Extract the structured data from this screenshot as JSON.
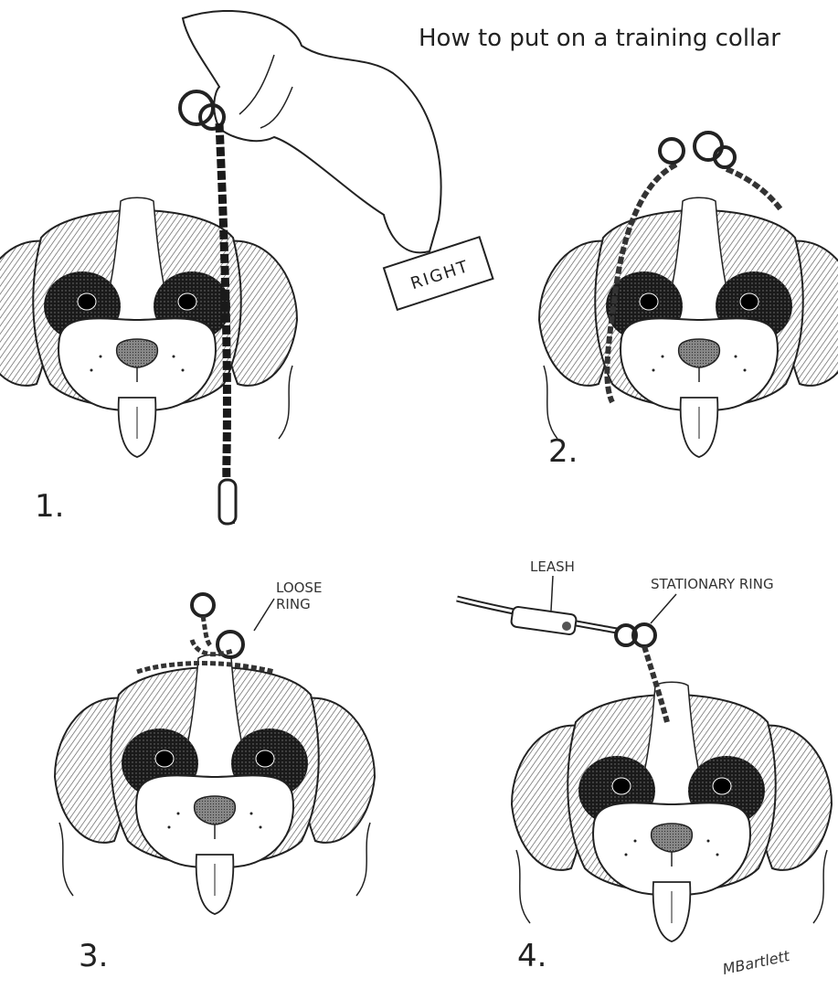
{
  "title": "How to put on a training collar",
  "cuff_label": "RIGHT",
  "steps": [
    "1.",
    "2.",
    "3.",
    "4."
  ],
  "callouts": {
    "loose_ring": [
      "LOOSE",
      "RING"
    ],
    "leash": "LEASH",
    "stationary_ring": "STATIONARY RING"
  },
  "signature": "MBartlett",
  "colors": {
    "ink": "#222222",
    "dark_patch": "#1a1a1a",
    "fur": "#b5b5b5",
    "background": "#ffffff"
  }
}
